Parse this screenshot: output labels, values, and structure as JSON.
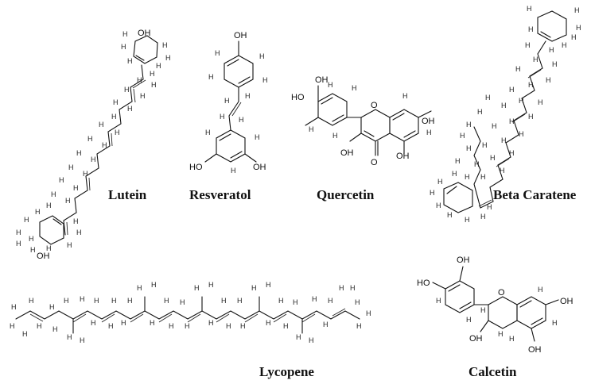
{
  "molecules": [
    {
      "name": "Lutein"
    },
    {
      "name": "Resveratol"
    },
    {
      "name": "Quercetin"
    },
    {
      "name": "Beta Caratene"
    },
    {
      "name": "Lycopene"
    },
    {
      "name": "Calcetin"
    }
  ],
  "atom_labels": {
    "hydroxyl": "OH",
    "hydroxyl_left": "HO",
    "oxygen": "O",
    "hydrogen": "H"
  }
}
